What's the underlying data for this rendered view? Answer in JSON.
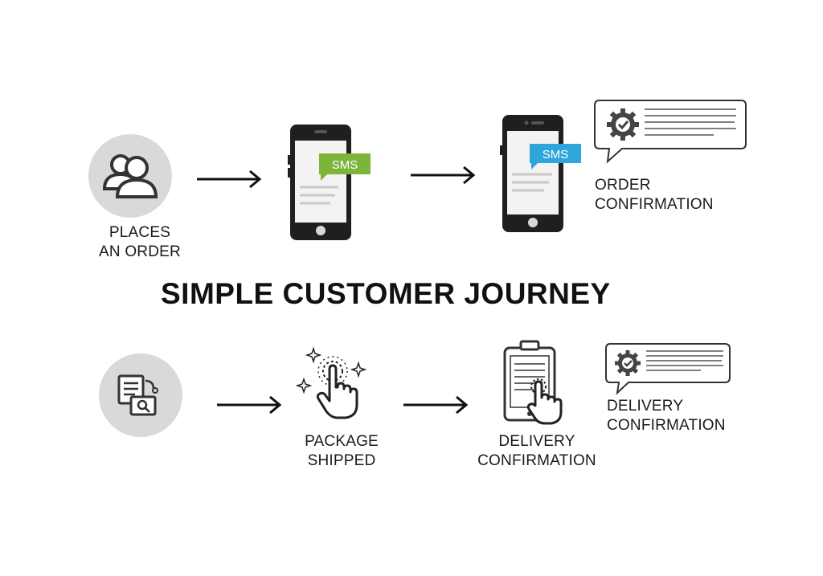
{
  "title": "SIMPLE CUSTOMER JOURNEY",
  "steps": {
    "places_order": {
      "line1": "PLACES",
      "line2": "AN ORDER",
      "icon": "users-icon"
    },
    "sms_1": {
      "badge": "SMS",
      "badge_color": "#7cb53a",
      "icon": "smartphone-icon"
    },
    "sms_2": {
      "badge": "SMS",
      "badge_color": "#2ea6dc",
      "icon": "smartphone-icon"
    },
    "order_confirmation": {
      "line1": "ORDER",
      "line2": "CONFIRMATION",
      "icon": "gear-check-message-icon"
    },
    "tracking": {
      "icon": "document-search-icon"
    },
    "package_shipped": {
      "line1": "PACKAGE",
      "line2": "SHIPPED",
      "icon": "tap-hand-icon"
    },
    "delivery_tap": {
      "line1": "DELIVERY",
      "line2": "CONFIRMATION",
      "icon": "tablet-tap-icon"
    },
    "delivery_confirmation": {
      "line1": "DELIVERY",
      "line2": "CONFIRMATION",
      "icon": "gear-check-message-icon"
    }
  },
  "colors": {
    "icon_circle": "#d9d9d9",
    "icon_dark": "#333333",
    "sms_green": "#7cb53a",
    "sms_blue": "#2ea6dc"
  }
}
